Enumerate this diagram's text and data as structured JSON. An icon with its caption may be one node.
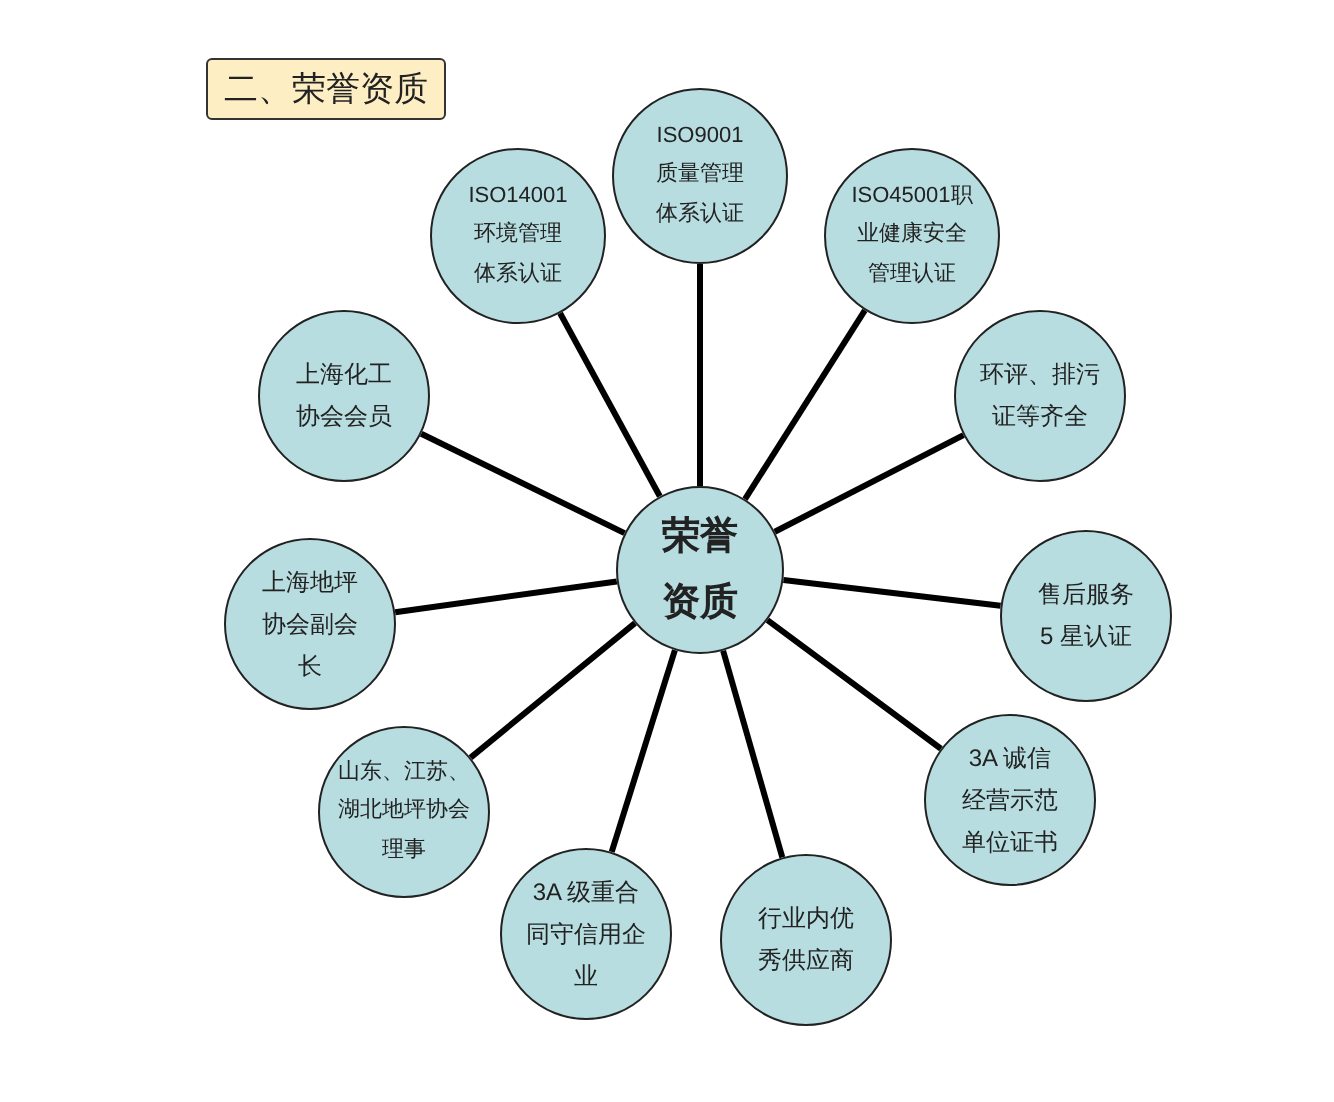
{
  "diagram": {
    "title": "二、荣誉资质",
    "nodes": [
      {
        "text": [
          "ISO9001质量管理体系认证"
        ]
      },
      {
        "text": [
          "ISO14001环境管理体系认证"
        ]
      },
      {
        "text": [
          "ISO45001职业健康安全管理认证"
        ]
      },
      {
        "text": [
          "上海化工协会会员"
        ]
      },
      {
        "text": [
          "环评、排污证等齐全"
        ]
      },
      {
        "text": [
          "荣誉资质"
        ]
      },
      {
        "text": [
          "上海地坪协会副会长"
        ]
      },
      {
        "text": [
          "售后服务5 星认证"
        ]
      },
      {
        "text": [
          "山东、江苏、湖北地坪协会理事"
        ]
      },
      {
        "text": [
          "3A 诚信经营示范单位证书"
        ]
      },
      {
        "text": [
          "3A 级重合同守信用企业"
        ]
      },
      {
        "text": [
          "行业内优秀供应商"
        ]
      }
    ],
    "edges": [
      {
        "from": 5,
        "to": 0,
        "arrow": "none"
      },
      {
        "from": 5,
        "to": 1,
        "arrow": "none"
      },
      {
        "from": 5,
        "to": 2,
        "arrow": "none"
      },
      {
        "from": 5,
        "to": 3,
        "arrow": "none"
      },
      {
        "from": 5,
        "to": 4,
        "arrow": "none"
      },
      {
        "from": 5,
        "to": 6,
        "arrow": "none"
      },
      {
        "from": 5,
        "to": 7,
        "arrow": "none"
      },
      {
        "from": 5,
        "to": 8,
        "arrow": "none"
      },
      {
        "from": 5,
        "to": 9,
        "arrow": "none"
      },
      {
        "from": 5,
        "to": 10,
        "arrow": "none"
      },
      {
        "from": 5,
        "to": 11,
        "arrow": "none"
      }
    ]
  }
}
